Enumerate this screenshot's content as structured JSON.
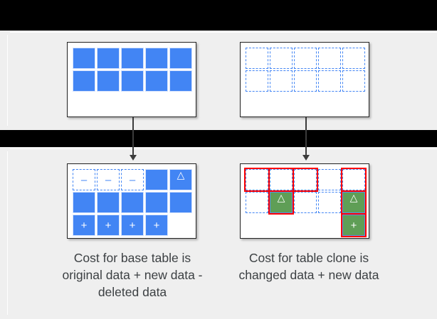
{
  "diagram": {
    "title_hidden": "",
    "colors": {
      "slide_background": "#efefef",
      "band": "#000000",
      "cell_blue": "#4285f4",
      "cell_blue_border": "#d3e2fd",
      "cell_green": "#5f9e56",
      "cell_green_border": "#5b8fe8",
      "dashed_blue": "#4285f4",
      "highlight_red": "#ff0000",
      "card_border": "#222222",
      "arrow": "#3c3c3c",
      "caption_text": "#3c4043"
    }
  },
  "tables": {
    "base_top": {
      "name": "base-table-original",
      "rows": [
        [
          {
            "kind": "filled",
            "glyph": ""
          },
          {
            "kind": "filled",
            "glyph": ""
          },
          {
            "kind": "filled",
            "glyph": ""
          },
          {
            "kind": "filled",
            "glyph": ""
          },
          {
            "kind": "filled",
            "glyph": ""
          }
        ],
        [
          {
            "kind": "filled",
            "glyph": ""
          },
          {
            "kind": "filled",
            "glyph": ""
          },
          {
            "kind": "filled",
            "glyph": ""
          },
          {
            "kind": "filled",
            "glyph": ""
          },
          {
            "kind": "filled",
            "glyph": ""
          }
        ]
      ]
    },
    "clone_top": {
      "name": "table-clone-original",
      "rows": [
        [
          {
            "kind": "dashed",
            "glyph": ""
          },
          {
            "kind": "dashed",
            "glyph": ""
          },
          {
            "kind": "dashed",
            "glyph": ""
          },
          {
            "kind": "dashed",
            "glyph": ""
          },
          {
            "kind": "dashed",
            "glyph": ""
          }
        ],
        [
          {
            "kind": "dashed",
            "glyph": ""
          },
          {
            "kind": "dashed",
            "glyph": ""
          },
          {
            "kind": "dashed",
            "glyph": ""
          },
          {
            "kind": "dashed",
            "glyph": ""
          },
          {
            "kind": "dashed",
            "glyph": ""
          }
        ]
      ]
    },
    "base_bottom": {
      "name": "base-table-after-changes",
      "rows": [
        [
          {
            "kind": "dashed",
            "glyph": "minus",
            "ring": false
          },
          {
            "kind": "dashed",
            "glyph": "minus",
            "ring": false
          },
          {
            "kind": "dashed",
            "glyph": "minus",
            "ring": false
          },
          {
            "kind": "filled",
            "glyph": "",
            "ring": false
          },
          {
            "kind": "filled",
            "glyph": "triangle",
            "ring": false
          }
        ],
        [
          {
            "kind": "filled",
            "glyph": "",
            "ring": false
          },
          {
            "kind": "filled",
            "glyph": "",
            "ring": false
          },
          {
            "kind": "filled",
            "glyph": "",
            "ring": false
          },
          {
            "kind": "filled",
            "glyph": "",
            "ring": false
          },
          {
            "kind": "filled",
            "glyph": "",
            "ring": false
          }
        ],
        [
          {
            "kind": "filled",
            "glyph": "plus",
            "ring": false
          },
          {
            "kind": "filled",
            "glyph": "plus",
            "ring": false
          },
          {
            "kind": "filled",
            "glyph": "plus",
            "ring": false
          },
          {
            "kind": "filled",
            "glyph": "plus",
            "ring": false
          },
          {
            "kind": "empty",
            "glyph": "",
            "ring": false
          }
        ]
      ]
    },
    "clone_bottom": {
      "name": "table-clone-after-changes",
      "rows": [
        [
          {
            "kind": "dashed",
            "glyph": "",
            "ring": true
          },
          {
            "kind": "dashed",
            "glyph": "",
            "ring": true
          },
          {
            "kind": "dashed",
            "glyph": "",
            "ring": true
          },
          {
            "kind": "dashed",
            "glyph": "",
            "ring": false
          },
          {
            "kind": "dashed",
            "glyph": "",
            "ring": true
          }
        ],
        [
          {
            "kind": "dashed",
            "glyph": "",
            "ring": false
          },
          {
            "kind": "green",
            "glyph": "triangle",
            "ring": true
          },
          {
            "kind": "dashed",
            "glyph": "",
            "ring": false
          },
          {
            "kind": "dashed",
            "glyph": "",
            "ring": false
          },
          {
            "kind": "green",
            "glyph": "triangle",
            "ring": true
          }
        ],
        [
          {
            "kind": "empty",
            "glyph": "",
            "ring": false
          },
          {
            "kind": "empty",
            "glyph": "",
            "ring": false
          },
          {
            "kind": "empty",
            "glyph": "",
            "ring": false
          },
          {
            "kind": "empty",
            "glyph": "",
            "ring": false
          },
          {
            "kind": "green",
            "glyph": "plus",
            "ring": true
          }
        ]
      ]
    }
  },
  "captions": {
    "base": "Cost for base table is original data + new data - deleted data",
    "clone": "Cost for table clone is changed data + new data"
  },
  "icons": {
    "plus": "+",
    "minus": "–",
    "triangle": "△"
  }
}
